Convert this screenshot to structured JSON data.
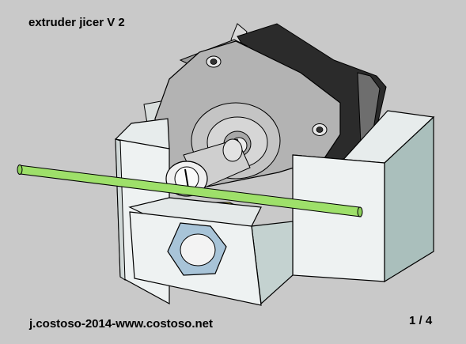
{
  "title": "extruder jicer V 2",
  "footer": "j.costoso-2014-www.costoso.net",
  "page_indicator": "1 / 4",
  "colors": {
    "background": "#c9c9c9",
    "bracket": "#eef2f2",
    "bracket_side": "#a9bfbc",
    "motor_plate": "#b0b0b0",
    "motor_body": "#2a2a2a",
    "filament": "#9ee06a",
    "gear": "#f2e84a",
    "nut": "#a8c4d8"
  }
}
